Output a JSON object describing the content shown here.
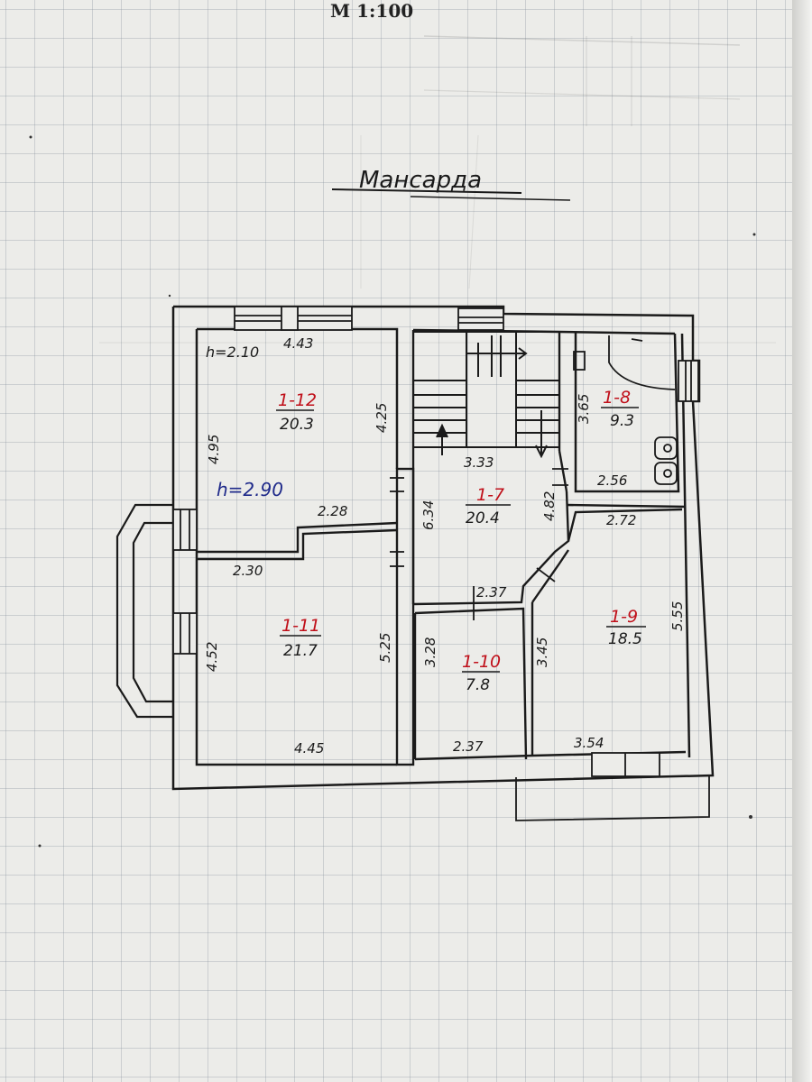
{
  "header": {
    "scale": "M 1:100"
  },
  "title": "Мансарда",
  "rooms": [
    {
      "id": "1-12",
      "area": "20.3"
    },
    {
      "id": "1-8",
      "area": "9.3"
    },
    {
      "id": "1-7",
      "area": "20.4"
    },
    {
      "id": "1-11",
      "area": "21.7"
    },
    {
      "id": "1-10",
      "area": "7.8"
    },
    {
      "id": "1-9",
      "area": "18.5"
    }
  ],
  "heights": {
    "h1": "h=2.10",
    "h2": "h=2.90"
  },
  "dims": {
    "d443": "4.43",
    "d425": "4.25",
    "d495": "4.95",
    "d228": "2.28",
    "d230": "2.30",
    "d333": "3.33",
    "d634": "6.34",
    "d482": "4.82",
    "d365": "3.65",
    "d256": "2.56",
    "d272": "2.72",
    "d237a": "2.37",
    "d555": "5.55",
    "d452": "4.52",
    "d525": "5.25",
    "d328": "3.28",
    "d345": "3.45",
    "d445": "4.45",
    "d237b": "2.37",
    "d354": "3.54"
  },
  "colors": {
    "ink": "#1a1a1a",
    "red_ink": "#c0101a",
    "blue_ink": "#1f2a8a",
    "paper": "#ecece9"
  }
}
